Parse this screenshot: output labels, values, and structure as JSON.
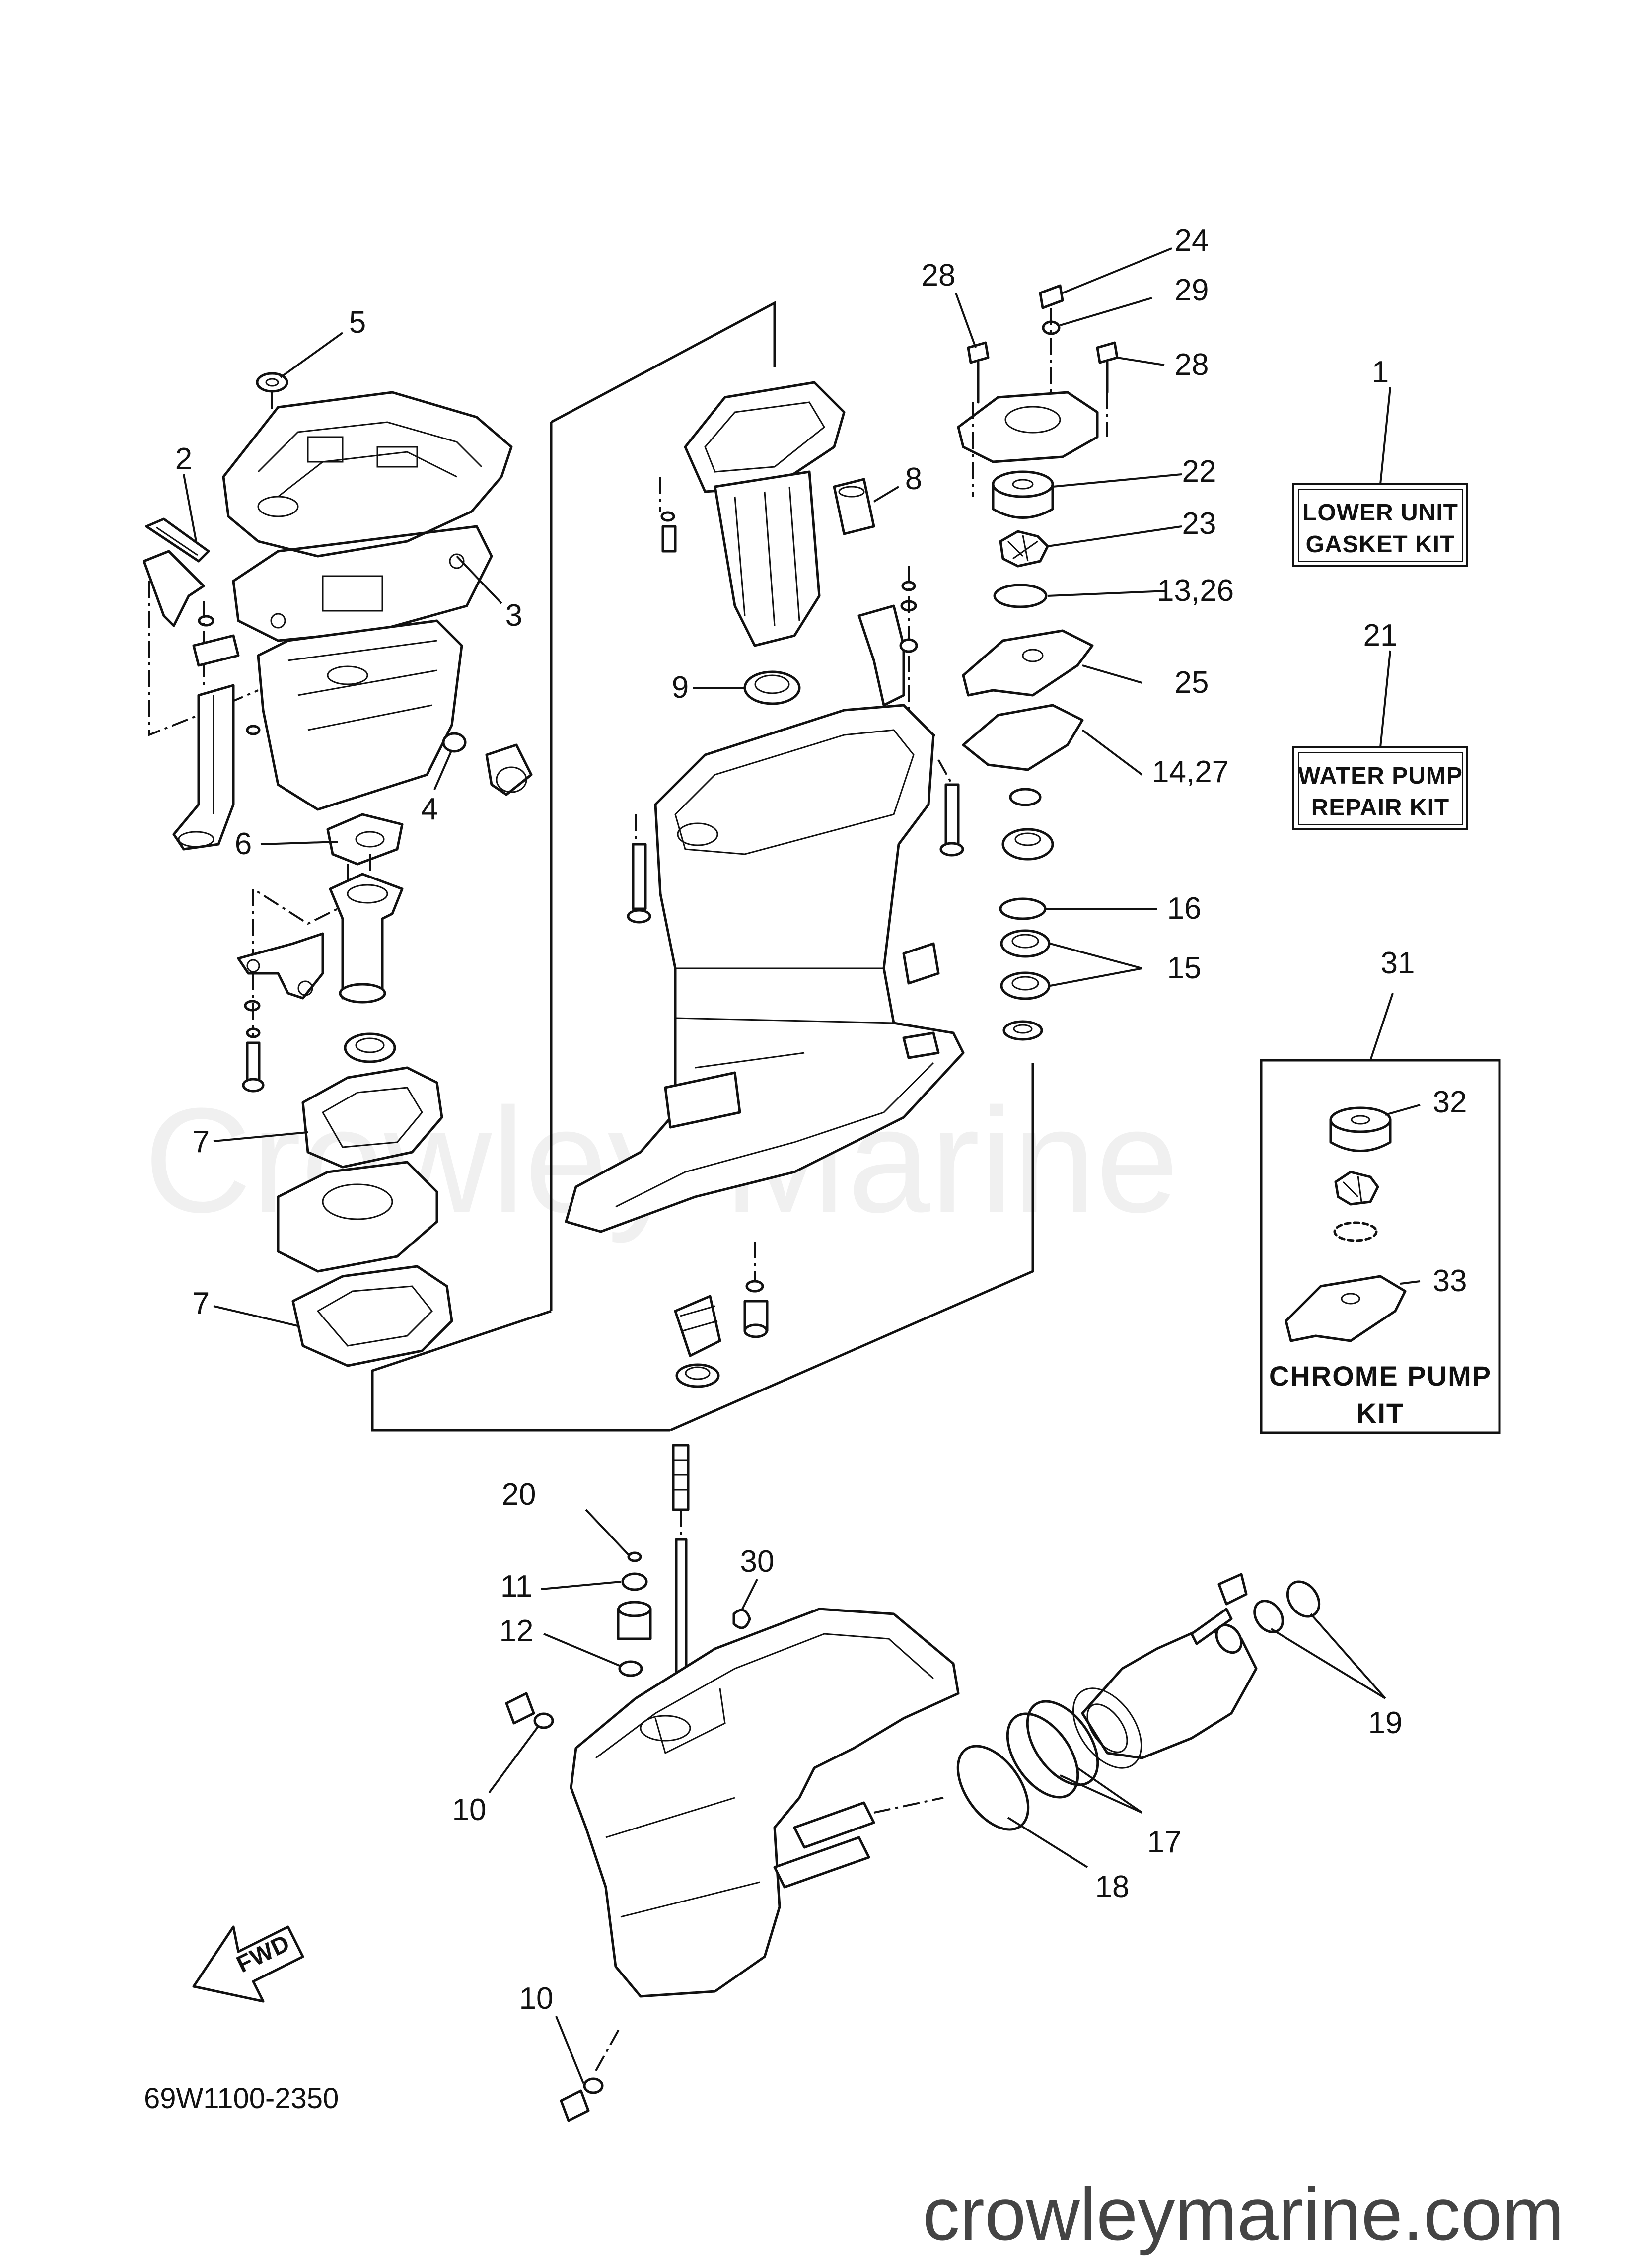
{
  "diagram": {
    "part_code": "69W1100-2350",
    "watermark": "Crowley Marine",
    "website": "crowleymarine.com",
    "fwd_label": "FWD",
    "kits": [
      {
        "ref": "1",
        "line1": "LOWER UNIT",
        "line2": "GASKET KIT"
      },
      {
        "ref": "21",
        "line1": "WATER PUMP",
        "line2": "REPAIR KIT"
      },
      {
        "ref": "31",
        "line1": "CHROME PUMP",
        "line2": "KIT"
      }
    ],
    "callouts": {
      "c1": "1",
      "c2": "2",
      "c3": "3",
      "c4": "4",
      "c5": "5",
      "c6": "6",
      "c7a": "7",
      "c7b": "7",
      "c8": "8",
      "c9": "9",
      "c10a": "10",
      "c10b": "10",
      "c11": "11",
      "c12": "12",
      "c13": "13,26",
      "c14": "14,27",
      "c15": "15",
      "c16": "16",
      "c17": "17",
      "c18": "18",
      "c19": "19",
      "c20": "20",
      "c21": "21",
      "c22": "22",
      "c23": "23",
      "c24": "24",
      "c25": "25",
      "c28a": "28",
      "c28b": "28",
      "c29": "29",
      "c30": "30",
      "c31": "31",
      "c32": "32",
      "c33": "33"
    }
  }
}
